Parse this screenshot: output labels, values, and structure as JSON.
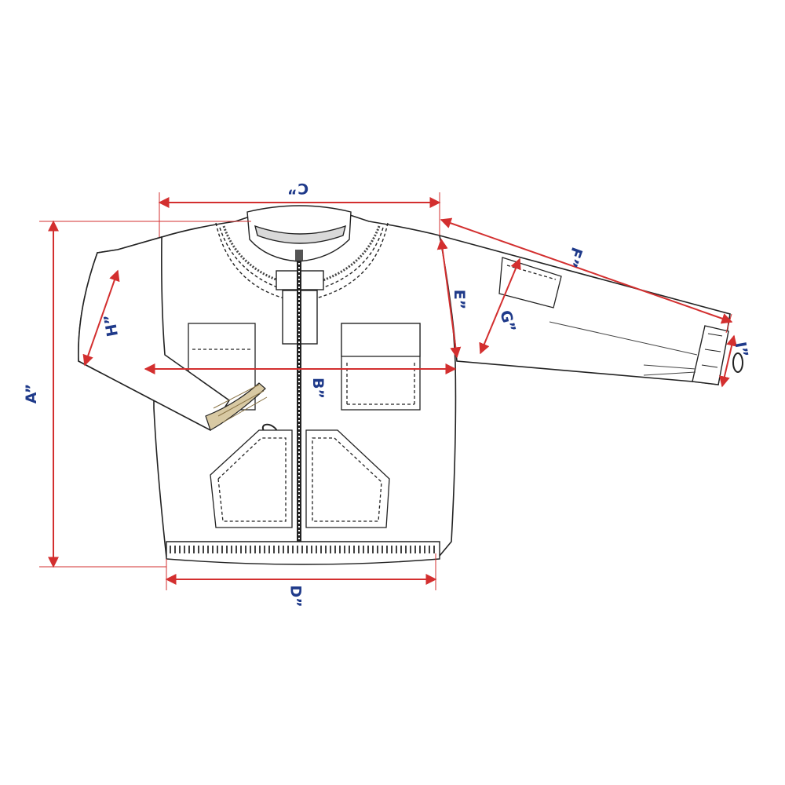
{
  "labels": {
    "a": "A”",
    "b": "B”",
    "c": "C”",
    "d": "D”",
    "e": "E”",
    "f": "F”",
    "g": "G”",
    "h": "H”",
    "i": "I”"
  },
  "colors": {
    "dimension_line": "#d32f2f",
    "label_text": "#1f3a8a",
    "outline": "#222222",
    "elastic_cuff": "#b8a37a"
  }
}
